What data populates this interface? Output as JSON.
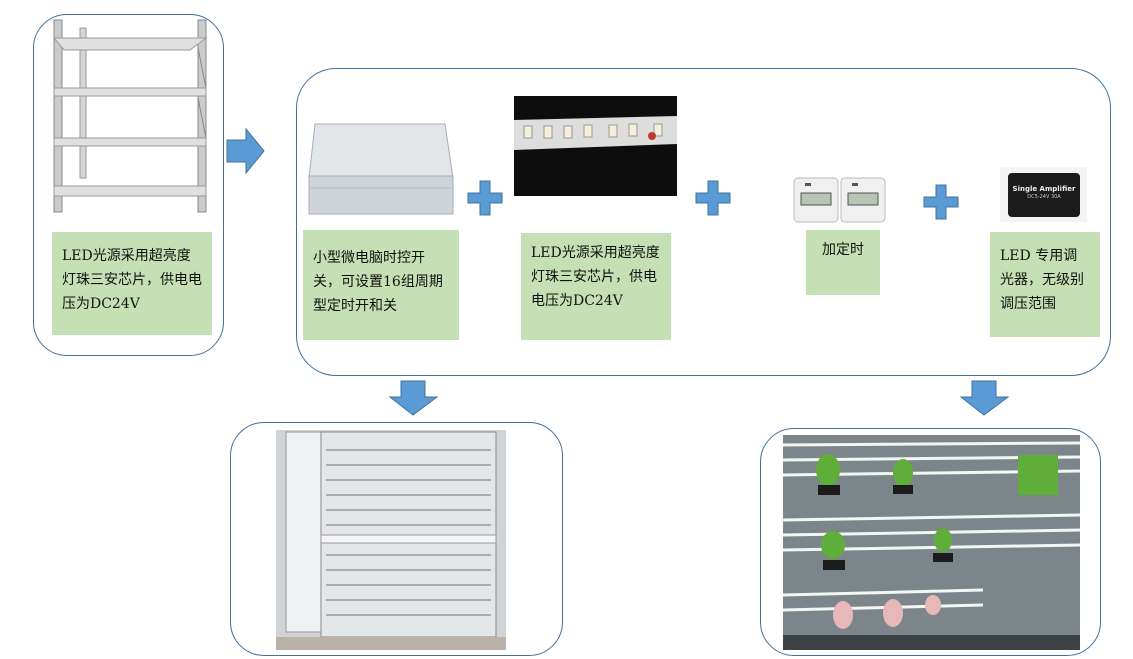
{
  "colors": {
    "frame": "#41719c",
    "arrow": "#5b9bd5",
    "label_bg": "#c5e0b4"
  },
  "shelf": {
    "label": "LED光源采用超亮度灯珠三安芯片，供电电压为DC24V",
    "image": "metal-shelf"
  },
  "components": [
    {
      "image": "plastic-control-box",
      "label": "小型微电脑时控开关，可设置16组周期型定时开和关"
    },
    {
      "image": "led-strip",
      "label": "LED光源采用超亮度灯珠三安芯片，供电电压为DC24V"
    },
    {
      "image": "digital-timers",
      "label": "加定时"
    },
    {
      "image": "single-amplifier",
      "label": "LED 专用调光器，无级别调压范围",
      "device_text": "Single Amplifier",
      "device_spec": "DC5-24V 30A"
    }
  ],
  "results": [
    {
      "image": "enclosed-light-cabinet"
    },
    {
      "image": "culture-rack-with-flasks"
    }
  ]
}
